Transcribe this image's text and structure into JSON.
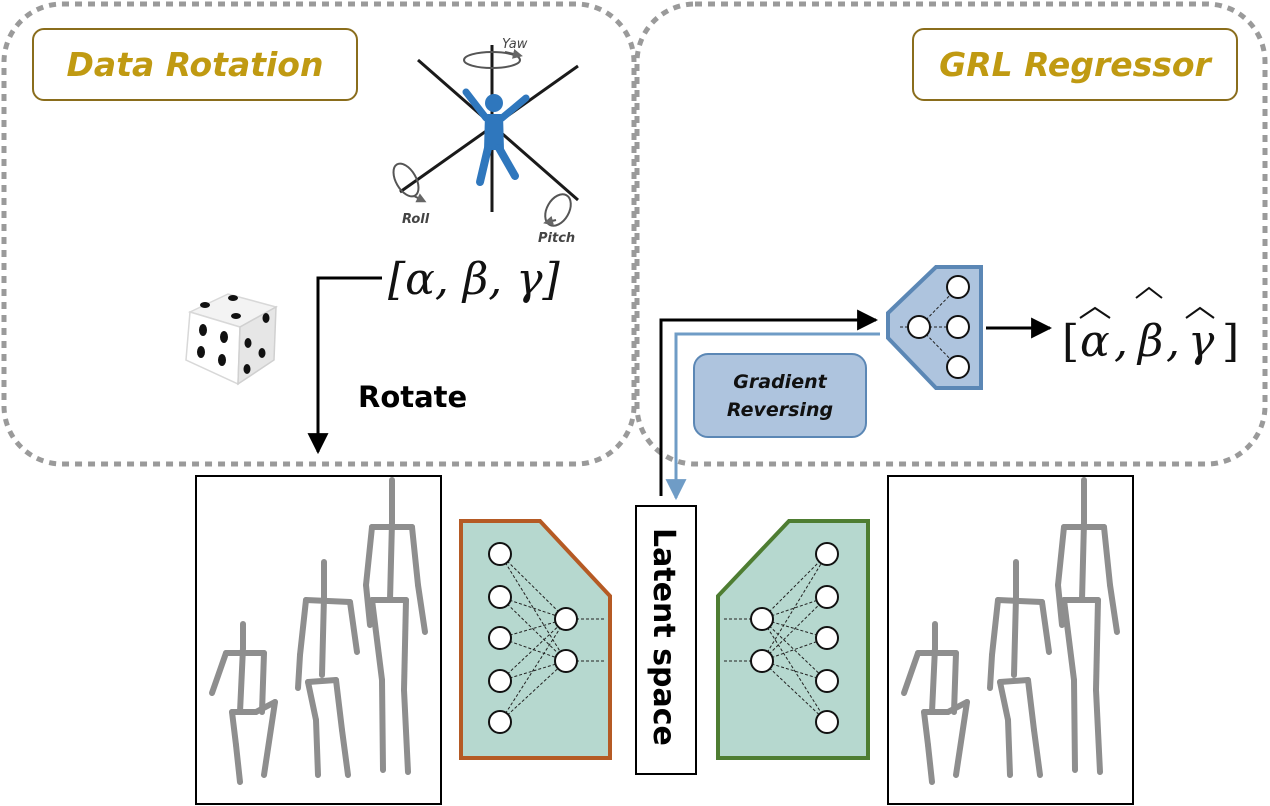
{
  "panels": {
    "data_rotation": {
      "title": "Data Rotation"
    },
    "grl_regressor": {
      "title": "GRL Regressor"
    }
  },
  "rotation_axes": {
    "yaw": "Yaw",
    "roll": "Roll",
    "pitch": "Pitch"
  },
  "angles": {
    "input": "[α, β, γ]",
    "predicted": {
      "open": "[",
      "alpha": "α",
      "beta": "β",
      "gamma": "γ",
      "comma": ",",
      "close": "]"
    }
  },
  "labels": {
    "rotate": "Rotate",
    "gradient_reversing_line1": "Gradient",
    "gradient_reversing_line2": "Reversing",
    "latent_space": "Latent space"
  },
  "colors": {
    "title_text": "#c09a12",
    "title_border": "#8a6d1c",
    "encoder_border": "#b55a24",
    "decoder_border": "#4e7d32",
    "network_fill": "#b6d8cf",
    "regressor_border": "#5b87b5",
    "regressor_fill": "#aec4de",
    "gradient_box_fill": "#aec4de",
    "gradient_arrow": "#6f9cc6",
    "skeleton": "#8e8e8e",
    "figure_blue": "#2f77bd"
  },
  "icons": {
    "dice": "dice-icon",
    "rotation_figure": "human-rotation-axes-icon",
    "skeleton": "skeleton-figure-icon"
  }
}
